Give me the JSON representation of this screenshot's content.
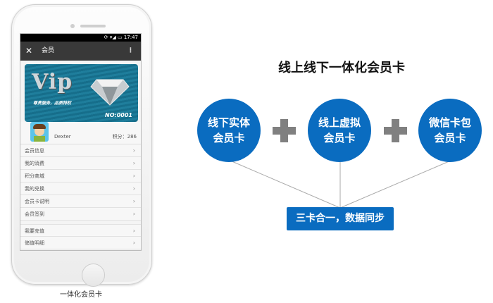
{
  "phone": {
    "status_time": "17:47",
    "title": "会员",
    "close_icon": "close-icon",
    "more_icon": "more-vertical-icon",
    "card": {
      "brand": "Vip",
      "slogan": "尊贵服务，品质特权",
      "number": "NO:0001"
    },
    "user": {
      "name": "Dexter",
      "points_label": "积分：286"
    },
    "menu": [
      {
        "label": "会员信息"
      },
      {
        "label": "我的消费"
      },
      {
        "label": "积分商城"
      },
      {
        "label": "我的兑换"
      },
      {
        "label": "会员卡说明"
      },
      {
        "label": "会员签到"
      }
    ],
    "menu2": [
      {
        "label": "我要充值"
      },
      {
        "label": "储值明细"
      }
    ],
    "chevron": "›"
  },
  "caption": "一体化会员卡",
  "diagram": {
    "title": "线上线下一体化会员卡",
    "circles": [
      {
        "line1": "线下实体",
        "line2": "会员卡"
      },
      {
        "line1": "线上虚拟",
        "line2": "会员卡"
      },
      {
        "line1": "微信卡包",
        "line2": "会员卡"
      }
    ],
    "result": "三卡合一，数据同步",
    "accent": "#0a6cc0"
  }
}
